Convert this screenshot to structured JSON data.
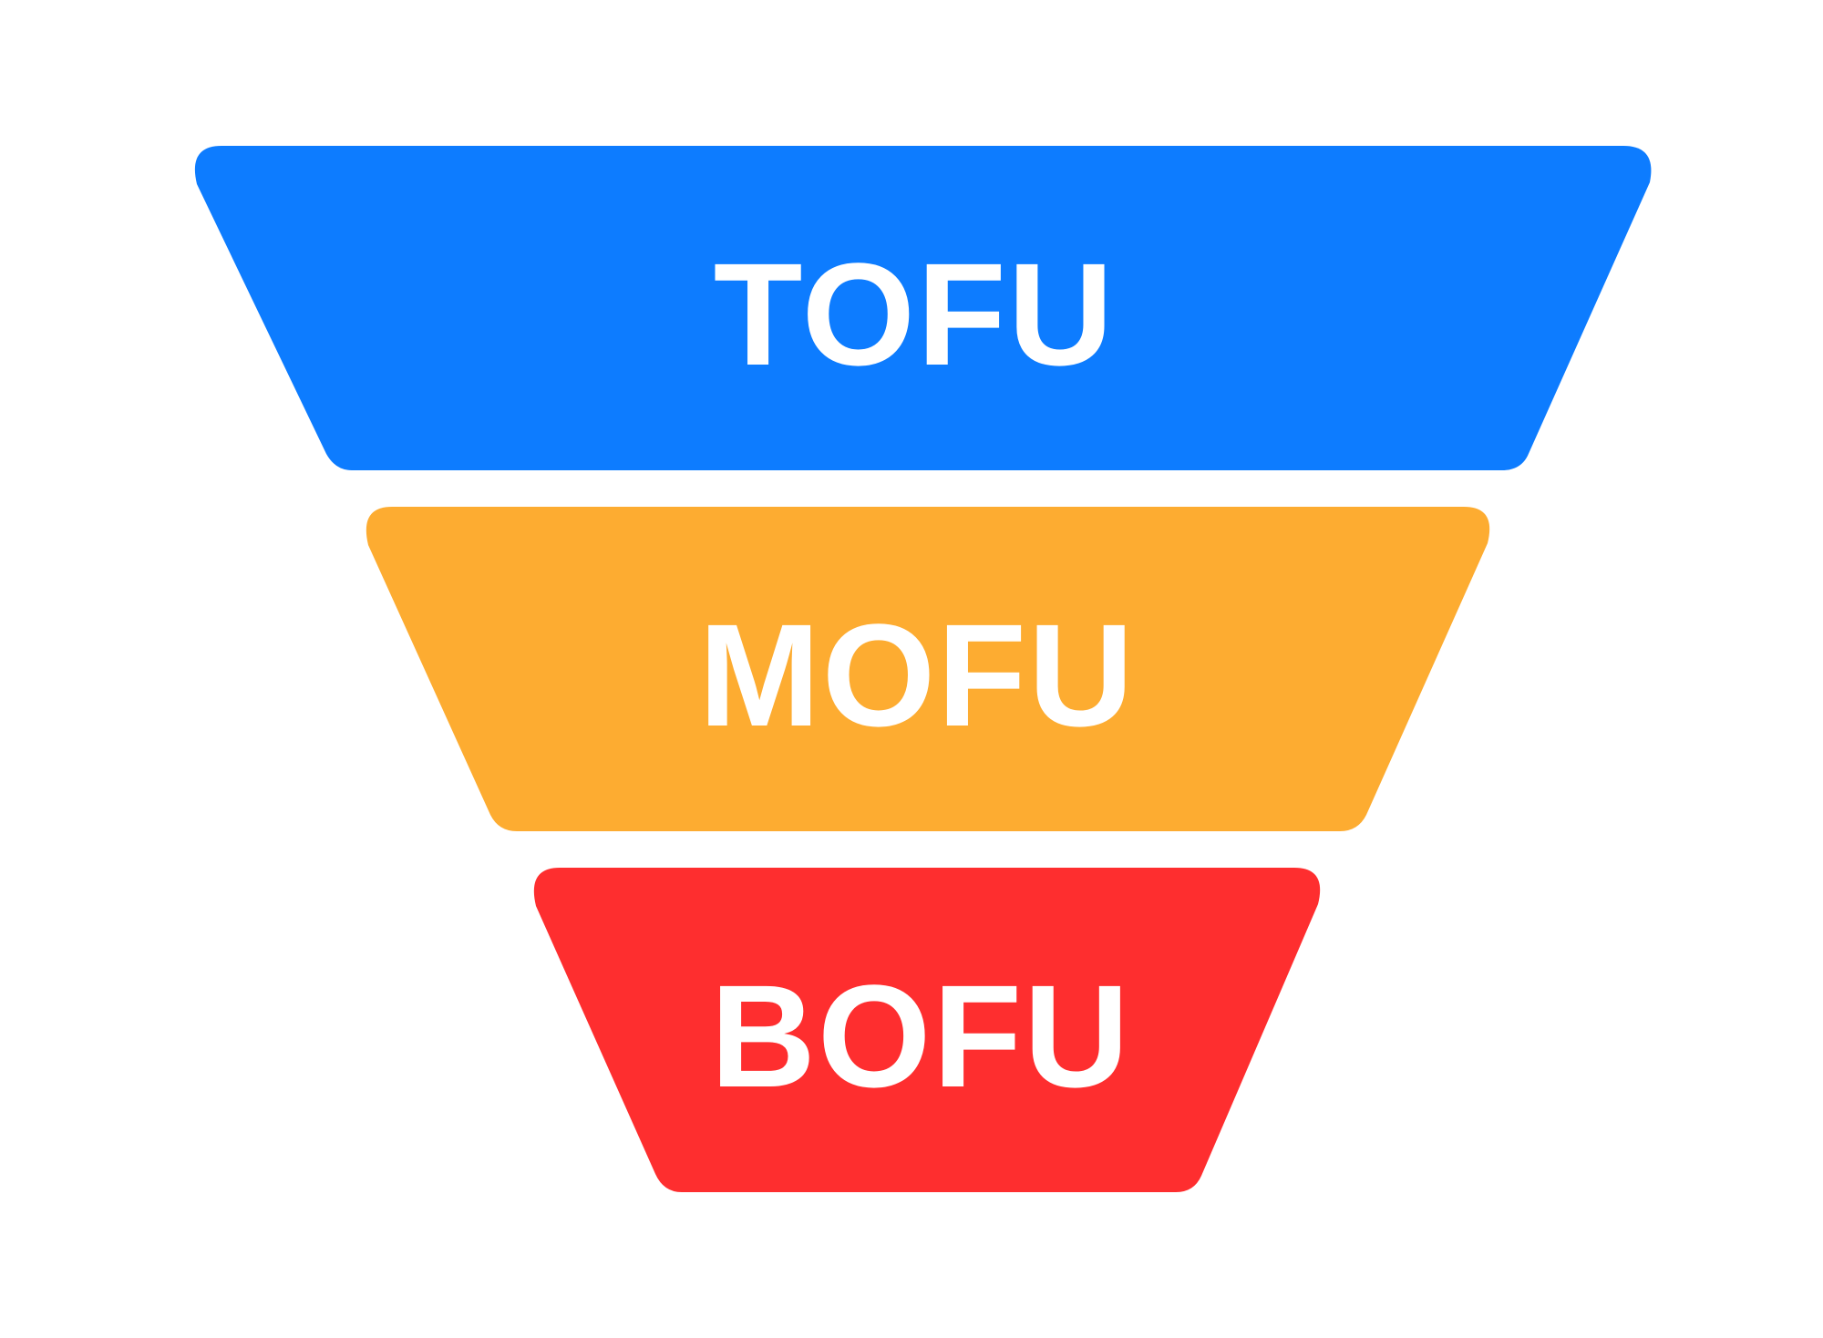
{
  "funnel": {
    "stages": [
      {
        "label": "TOFU",
        "color": "#0D7CFF"
      },
      {
        "label": "MOFU",
        "color": "#FDAC31"
      },
      {
        "label": "BOFU",
        "color": "#FE2E2F"
      }
    ]
  }
}
